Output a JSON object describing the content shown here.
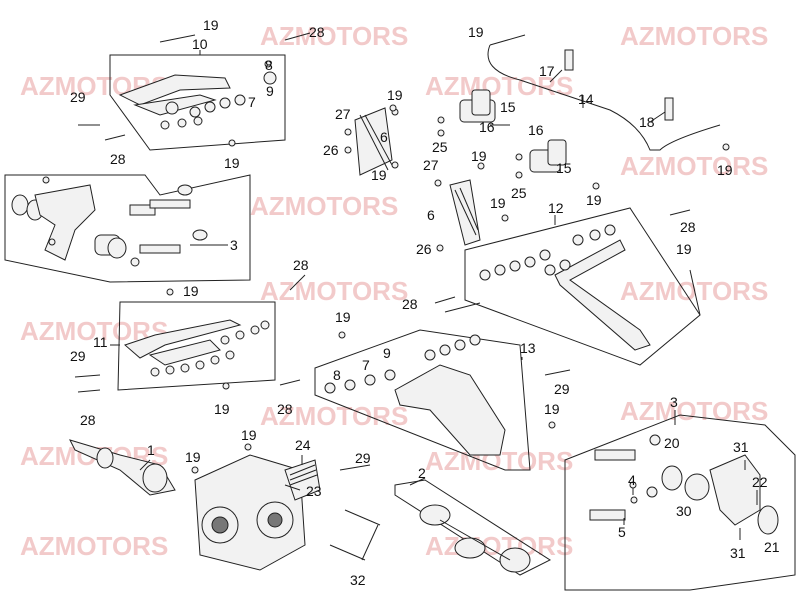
{
  "watermark": "AZMOTORS",
  "labels": {
    "l1": "1",
    "l2": "2",
    "l3a": "3",
    "l3b": "3",
    "l4": "4",
    "l5": "5",
    "l6a": "6",
    "l6b": "6",
    "l7a": "7",
    "l7b": "7",
    "l8a": "8",
    "l8b": "8",
    "l9a": "9",
    "l9b": "9",
    "l10": "10",
    "l11": "11",
    "l12": "12",
    "l13": "13",
    "l14": "14",
    "l15a": "15",
    "l15b": "15",
    "l16a": "16",
    "l16b": "16",
    "l17": "17",
    "l18": "18",
    "l19a": "19",
    "l19b": "19",
    "l19c": "19",
    "l19d": "19",
    "l19e": "19",
    "l19f": "19",
    "l19g": "19",
    "l19h": "19",
    "l19i": "19",
    "l19j": "19",
    "l19k": "19",
    "l19l": "19",
    "l19m": "19",
    "l19n": "19",
    "l19o": "19",
    "l19p": "19",
    "l20": "20",
    "l21": "21",
    "l22": "22",
    "l23": "23",
    "l24": "24",
    "l25a": "25",
    "l25b": "25",
    "l26a": "26",
    "l26b": "26",
    "l27a": "27",
    "l27b": "27",
    "l28a": "28",
    "l28b": "28",
    "l28c": "28",
    "l28d": "28",
    "l28e": "28",
    "l28f": "28",
    "l28g": "28",
    "l29a": "29",
    "l29b": "29",
    "l29c": "29",
    "l29d": "29",
    "l30": "30",
    "l31a": "31",
    "l31b": "31",
    "l32": "32"
  }
}
